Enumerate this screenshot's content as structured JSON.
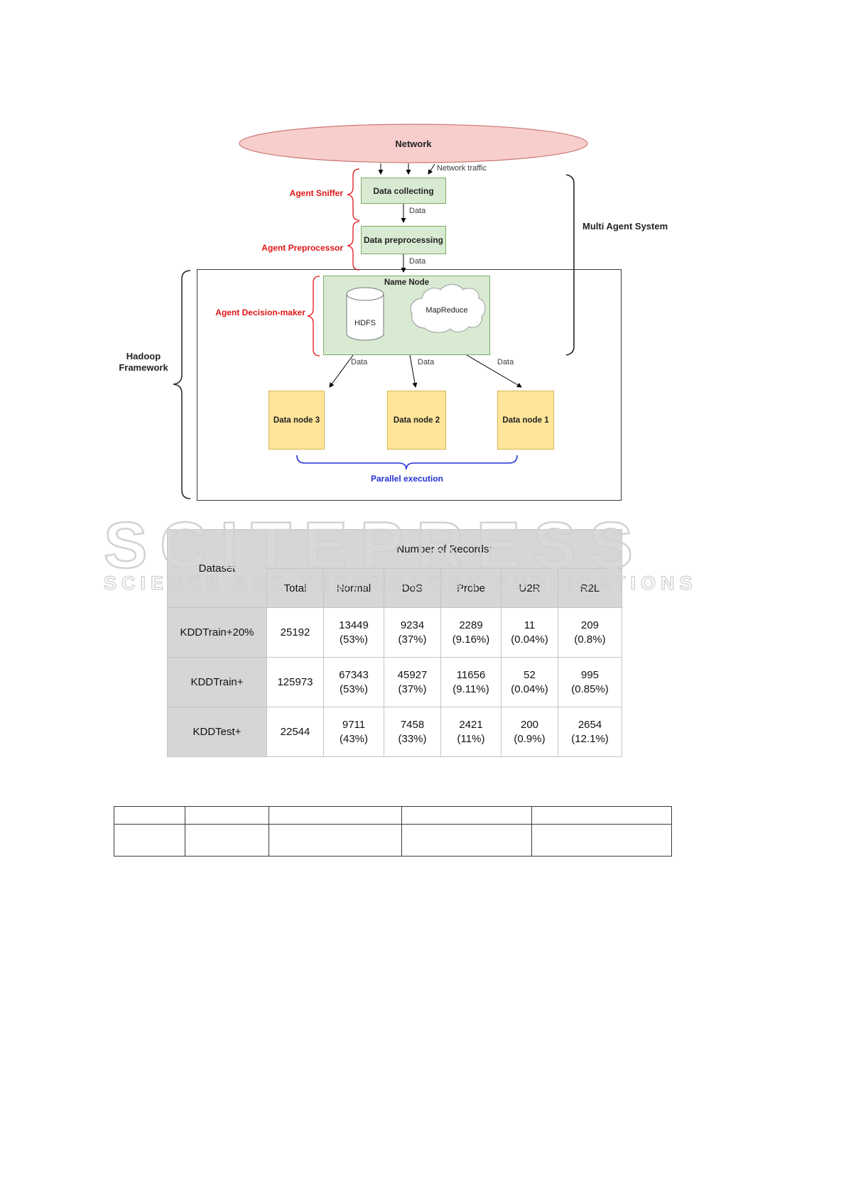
{
  "diagram": {
    "network_label": "Network",
    "network_traffic_label": "Network traffic",
    "data_label_1": "Data",
    "data_label_2": "Data",
    "data_label_3": "Data",
    "data_label_4": "Data",
    "data_label_5": "Data",
    "agent_sniffer": "Agent Sniffer",
    "agent_preprocessor": "Agent Preprocessor",
    "agent_decision_maker": "Agent Decision-maker",
    "box_data_collecting": "Data collecting",
    "box_data_preprocessing": "Data preprocessing",
    "box_name_node": "Name Node",
    "hdfs_label": "HDFS",
    "mapreduce_label": "MapReduce",
    "box_data_node_3": "Data node 3",
    "box_data_node_2": "Data node 2",
    "box_data_node_1": "Data node 1",
    "multi_agent_system": "Multi Agent System",
    "hadoop_framework": "Hadoop Framework",
    "parallel_execution": "Parallel execution",
    "colors": {
      "network_fill": "#f8cecc",
      "network_stroke": "#c97874",
      "green_fill": "#d9ead3",
      "green_stroke": "#7cab62",
      "yellow_fill": "#ffe599",
      "yellow_stroke": "#d6b656",
      "agent_label_red": "#e01515",
      "parallel_blue": "#2431d4"
    }
  },
  "watermark": {
    "line1": "SCITEPRESS",
    "line2": "SCIENCE AND TECHNOLOGY PUBLICATIONS"
  },
  "table": {
    "header_dataset": "Dataset",
    "header_records": "Number of Records:",
    "columns": [
      "Total",
      "Normal",
      "DoS",
      "Probe",
      "U2R",
      "R2L"
    ],
    "rows": [
      {
        "label": "KDDTrain+20%",
        "cells": [
          {
            "l1": "25192",
            "l2": ""
          },
          {
            "l1": "13449",
            "l2": "(53%)"
          },
          {
            "l1": "9234",
            "l2": "(37%)"
          },
          {
            "l1": "2289",
            "l2": "(9.16%)"
          },
          {
            "l1": "11",
            "l2": "(0.04%)"
          },
          {
            "l1": "209",
            "l2": "(0.8%)"
          }
        ]
      },
      {
        "label": "KDDTrain+",
        "cells": [
          {
            "l1": "125973",
            "l2": ""
          },
          {
            "l1": "67343",
            "l2": "(53%)"
          },
          {
            "l1": "45927",
            "l2": "(37%)"
          },
          {
            "l1": "11656",
            "l2": "(9.11%)"
          },
          {
            "l1": "52",
            "l2": "(0.04%)"
          },
          {
            "l1": "995",
            "l2": "(0.85%)"
          }
        ]
      },
      {
        "label": "KDDTest+",
        "cells": [
          {
            "l1": "22544",
            "l2": ""
          },
          {
            "l1": "9711",
            "l2": "(43%)"
          },
          {
            "l1": "7458",
            "l2": "(33%)"
          },
          {
            "l1": "2421",
            "l2": "(11%)"
          },
          {
            "l1": "200",
            "l2": "(0.9%)"
          },
          {
            "l1": "2654",
            "l2": "(12.1%)"
          }
        ]
      }
    ]
  }
}
